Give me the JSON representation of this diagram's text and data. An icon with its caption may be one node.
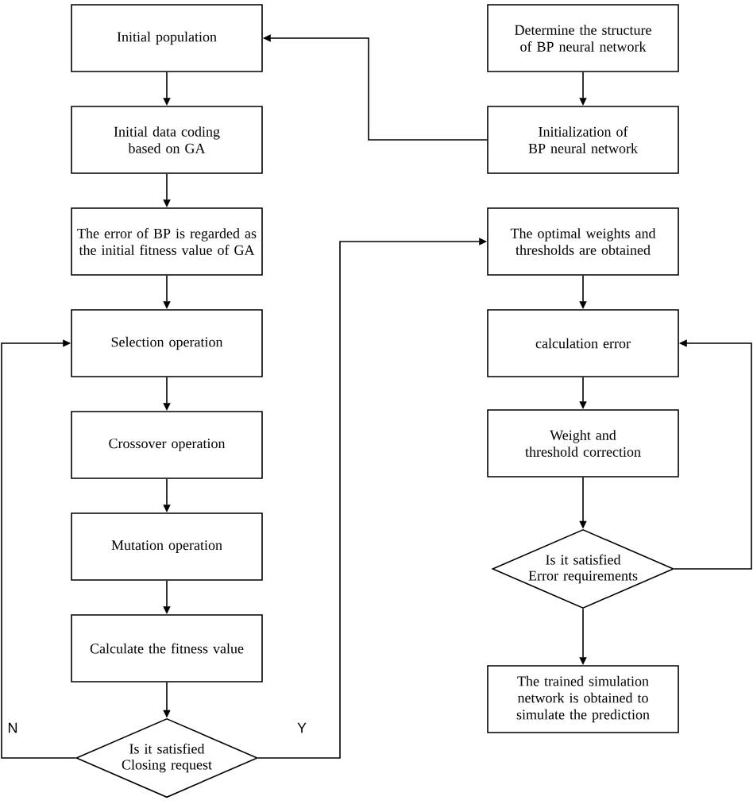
{
  "diagram": {
    "nodes": [
      {
        "text": [
          "Initial population"
        ]
      },
      {
        "text": [
          "Initial data coding based on GA"
        ]
      },
      {
        "text": [
          "The error of BP is regarded as the initial fitness value of GA"
        ]
      },
      {
        "text": [
          "Selection operation"
        ]
      },
      {
        "text": [
          "Crossover operation"
        ]
      },
      {
        "text": [
          "Mutation operation"
        ]
      },
      {
        "text": [
          "Calculate the fitness value"
        ]
      },
      {
        "text": [
          "Is it satisfied Closing request"
        ]
      },
      {
        "text": [
          "Determine the structure of BP neural network"
        ]
      },
      {
        "text": [
          "Initialization of BP neural network"
        ]
      },
      {
        "text": [
          "The optimal weights and thresholds are obtained"
        ]
      },
      {
        "text": [
          "calculation error"
        ]
      },
      {
        "text": [
          "Weight and threshold correction"
        ]
      },
      {
        "text": [
          "Is it satisfied Error requirements"
        ]
      },
      {
        "text": [
          "The trained simulation network is obtained to simulate the prediction"
        ]
      }
    ],
    "edges": [
      {
        "from": 0,
        "to": 1,
        "arrow": "to"
      },
      {
        "from": 1,
        "to": 2,
        "arrow": "to"
      },
      {
        "from": 2,
        "to": 3,
        "arrow": "to"
      },
      {
        "from": 3,
        "to": 4,
        "arrow": "to"
      },
      {
        "from": 4,
        "to": 5,
        "arrow": "to"
      },
      {
        "from": 5,
        "to": 6,
        "arrow": "to"
      },
      {
        "from": 6,
        "to": 7,
        "arrow": "to"
      },
      {
        "from": 7,
        "to": 3,
        "arrow": "to",
        "label": "N"
      },
      {
        "from": 7,
        "to": 10,
        "arrow": "to",
        "label": "Y"
      },
      {
        "from": 8,
        "to": 9,
        "arrow": "to"
      },
      {
        "from": 9,
        "to": 0,
        "arrow": "to"
      },
      {
        "from": 10,
        "to": 11,
        "arrow": "to"
      },
      {
        "from": 11,
        "to": 12,
        "arrow": "to"
      },
      {
        "from": 12,
        "to": 13,
        "arrow": "to"
      },
      {
        "from": 13,
        "to": 11,
        "arrow": "to"
      },
      {
        "from": 13,
        "to": 14,
        "arrow": "to"
      }
    ]
  }
}
